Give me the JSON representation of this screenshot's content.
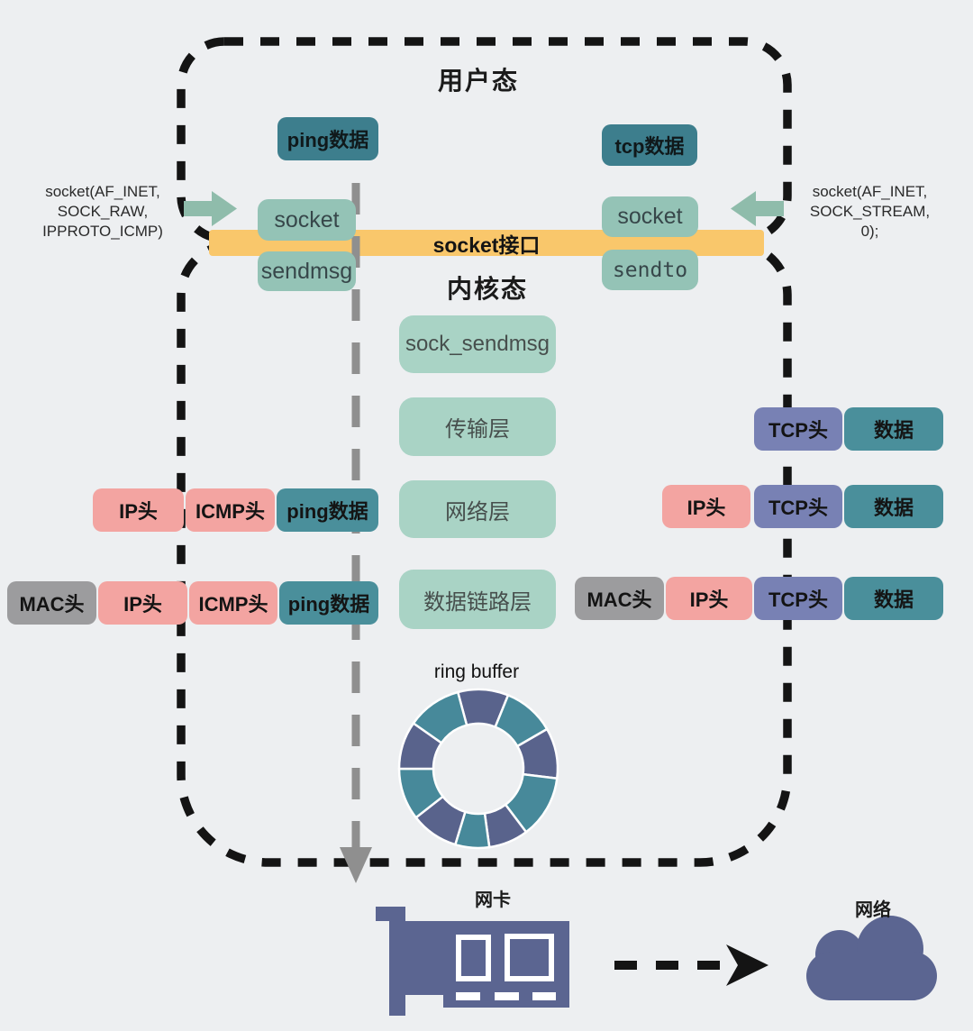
{
  "regions": {
    "user_mode": "用户态",
    "kernel_mode": "内核态"
  },
  "socket_interface": {
    "label": "socket接口"
  },
  "syscall_left": {
    "lines": [
      "socket(AF_INET,",
      "SOCK_RAW,",
      "IPPROTO_ICMP)"
    ]
  },
  "syscall_right": {
    "lines": [
      "socket(AF_INET,",
      "SOCK_STREAM,",
      "0);"
    ]
  },
  "user_space": {
    "ping_data": "ping数据",
    "tcp_data": "tcp数据",
    "socket_left": "socket",
    "sendmsg": "sendmsg",
    "socket_right": "socket",
    "sendto": "sendto"
  },
  "kernel_layers": {
    "sock_sendmsg": "sock_sendmsg",
    "transport": "传输层",
    "network": "网络层",
    "datalink": "数据链路层"
  },
  "packets_left": {
    "row1": [
      "IP头",
      "ICMP头",
      "ping数据"
    ],
    "row2": [
      "MAC头",
      "IP头",
      "ICMP头",
      "ping数据"
    ]
  },
  "packets_right": {
    "row1": [
      "TCP头",
      "数据"
    ],
    "row2": [
      "IP头",
      "TCP头",
      "数据"
    ],
    "row3": [
      "MAC头",
      "IP头",
      "TCP头",
      "数据"
    ]
  },
  "ring_buffer": {
    "label": "ring buffer"
  },
  "nic": {
    "label": "网卡"
  },
  "network_cloud": {
    "label": "网络"
  },
  "colors": {
    "background": "#edeff1",
    "badge_teal_dark": "#3d7e8d",
    "packet_teal": "#4a8f9b",
    "socket_box_green": "#94c3b6",
    "kernel_box_green": "#a9d3c5",
    "packet_pink": "#f3a4a1",
    "packet_purple": "#7881b4",
    "packet_gray": "#9c9c9e",
    "socket_bar_yellow": "#f9c76b",
    "slate_blue": "#5b6591",
    "ring_dark": "#59638c",
    "ring_teal": "#47899a",
    "arrow_green": "#8fbcab",
    "dash_black": "#141414",
    "dash_gray": "#8f8f8f"
  }
}
